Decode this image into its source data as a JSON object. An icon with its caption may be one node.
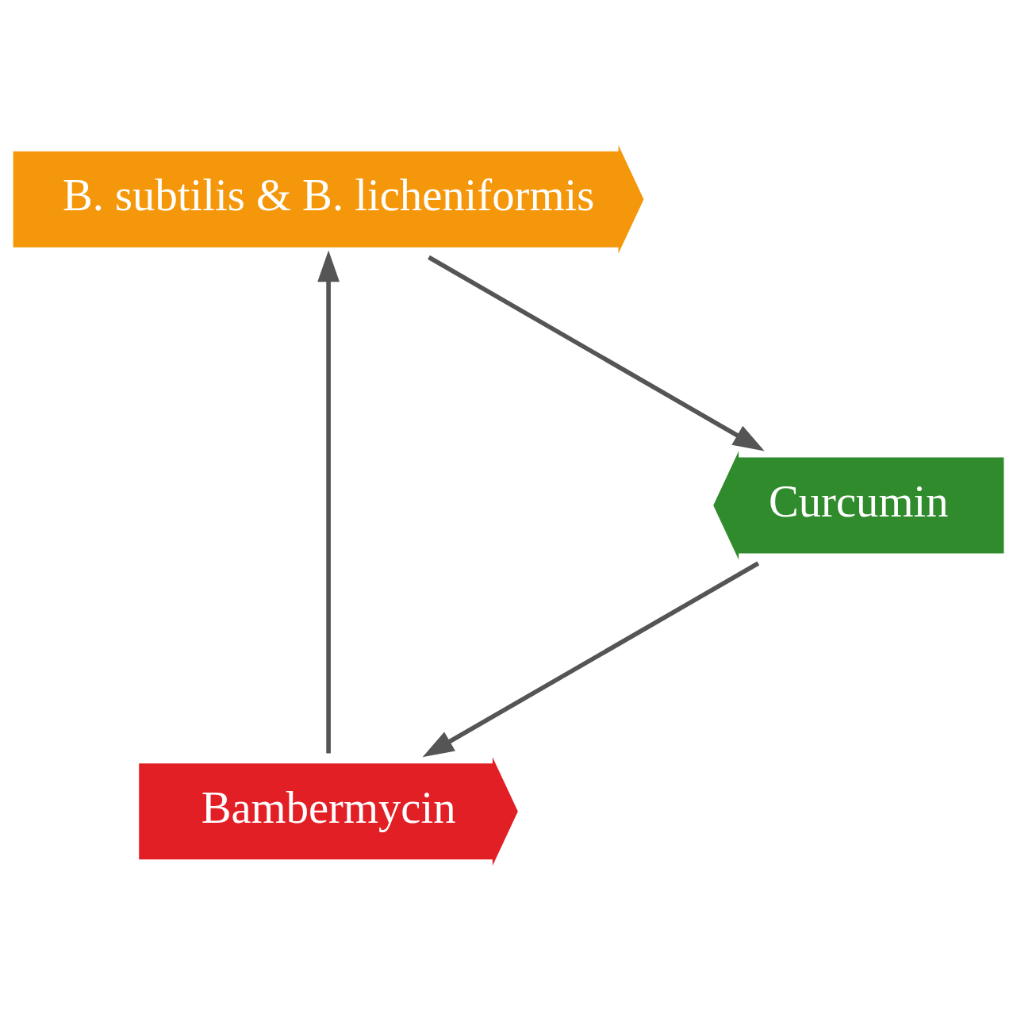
{
  "diagram": {
    "nodes": [
      {
        "text": [
          "Bambermycin"
        ]
      },
      {
        "text": [
          "B. subtilis & B. licheniformis"
        ]
      },
      {
        "text": [
          "Curcumin"
        ]
      }
    ],
    "edges": [
      {
        "from": 0,
        "to": 1,
        "arrow": "to"
      },
      {
        "from": 1,
        "to": 2,
        "arrow": "to"
      },
      {
        "from": 2,
        "to": 0,
        "arrow": "to"
      }
    ]
  }
}
